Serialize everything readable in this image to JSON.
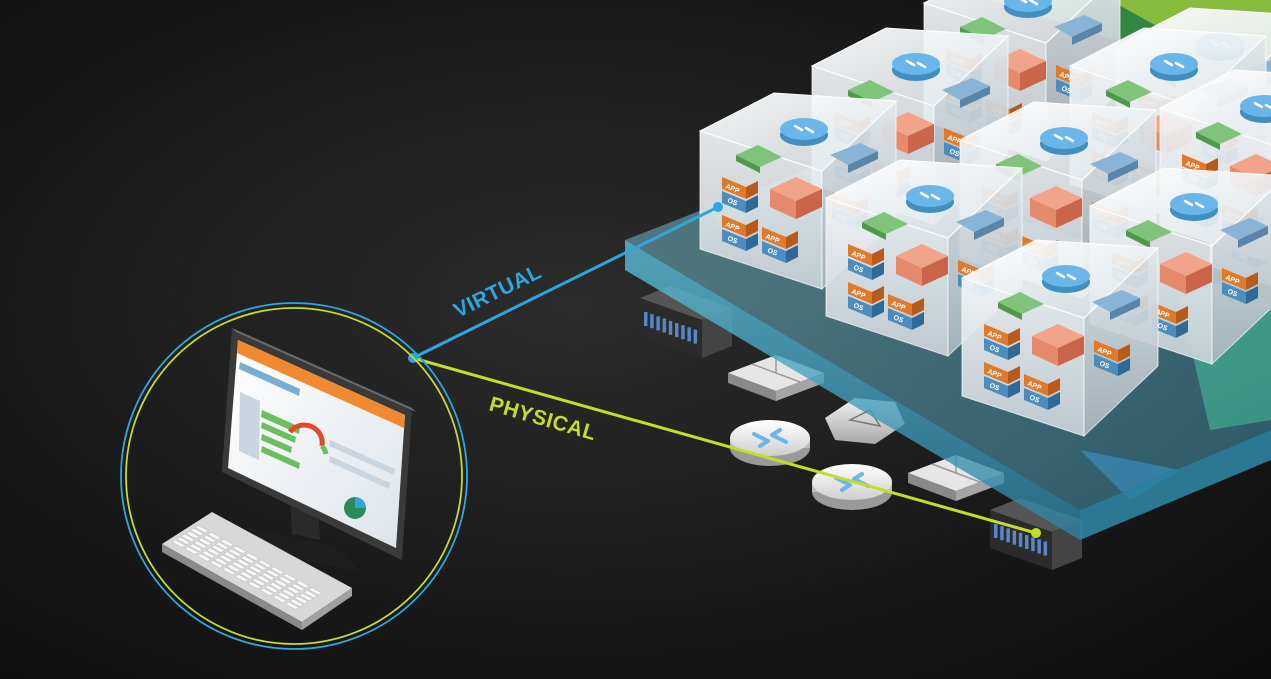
{
  "labels": {
    "virtual": "VIRTUAL",
    "physical": "PHYSICAL"
  },
  "vm_stack": {
    "app": "APP",
    "os": "OS"
  },
  "colors": {
    "background": "#1a1a1a",
    "virtual_line": "#2ea6de",
    "physical_line": "#c4dc2c",
    "app_layer": "#e07a2a",
    "os_layer": "#4d8dbd",
    "firewall": "#e58a6a",
    "switch_green": "#7fc47a",
    "switch_blue": "#8ab4d6",
    "router_blue": "#6bb6e8",
    "platform_teal": "#58c2dc"
  },
  "icons": [
    "monitor-icon",
    "keyboard-icon",
    "router-icon",
    "switch-icon",
    "firewall-icon",
    "server-icon",
    "load-balancer-icon"
  ]
}
